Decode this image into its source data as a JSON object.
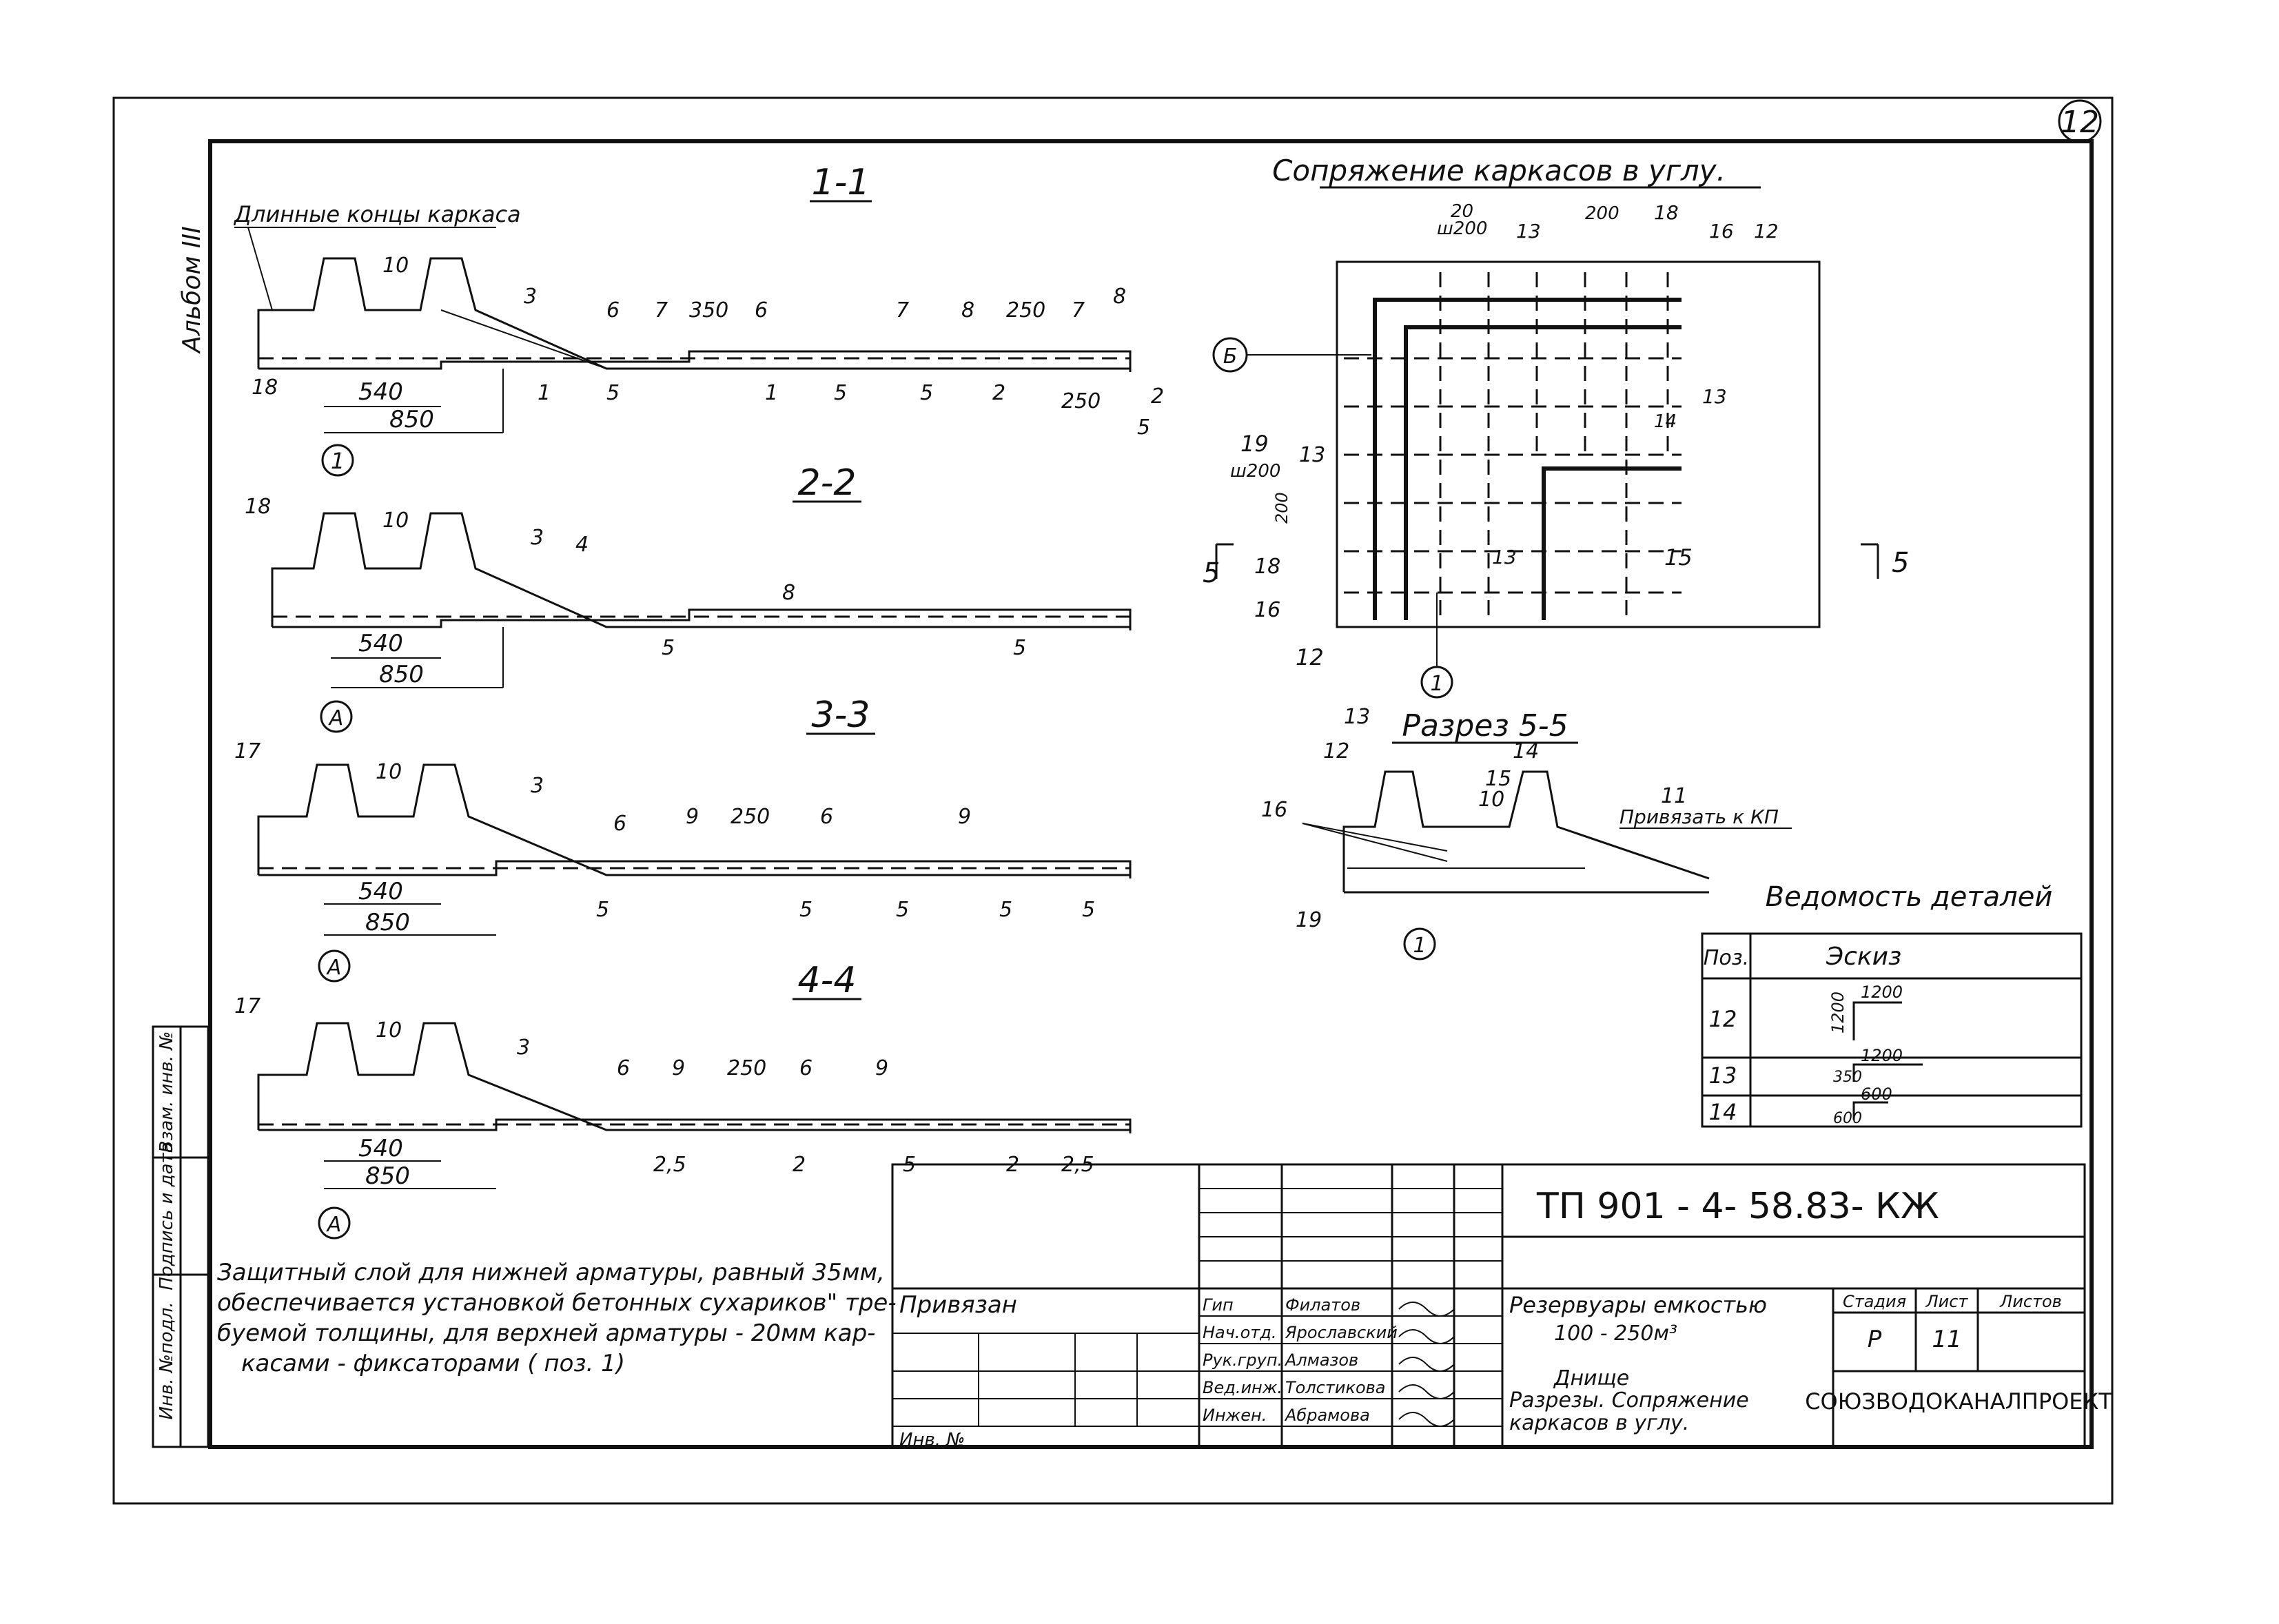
{
  "sheet_number": "12",
  "album": "Альбом III",
  "side_stamp": [
    "Инв. №подл.",
    "Подпись и дата",
    "Взам. инв. №"
  ],
  "sections": {
    "s11": {
      "title": "1-1",
      "note": "Длинные концы каркаса",
      "labels": [
        "10",
        "3",
        "6",
        "7",
        "350",
        "6",
        "7",
        "8",
        "250",
        "7",
        "8",
        "18",
        "1",
        "5",
        "1",
        "5",
        "5",
        "2",
        "250",
        "2",
        "5"
      ],
      "dims": [
        "540",
        "850"
      ],
      "axis": "1"
    },
    "s22": {
      "title": "2-2",
      "labels": [
        "18",
        "10",
        "3",
        "4",
        "8",
        "5",
        "5"
      ],
      "dims": [
        "540",
        "850"
      ],
      "axis": "А"
    },
    "s33": {
      "title": "3-3",
      "labels": [
        "17",
        "10",
        "3",
        "6",
        "9",
        "250",
        "6",
        "9",
        "5",
        "5",
        "5",
        "5",
        "5"
      ],
      "dims": [
        "540",
        "850"
      ],
      "axis": "А"
    },
    "s44": {
      "title": "4-4",
      "labels": [
        "17",
        "10",
        "3",
        "6",
        "9",
        "250",
        "6",
        "9",
        "2,5",
        "2",
        "5",
        "2",
        "2,5"
      ],
      "dims": [
        "540",
        "850"
      ],
      "axis": "А"
    }
  },
  "corner": {
    "title": "Сопряжение каркасов в углу.",
    "labels": [
      "20",
      "ш200",
      "13",
      "200",
      "18",
      "16",
      "12",
      "13",
      "14",
      "19",
      "ш200",
      "13",
      "200",
      "18",
      "16",
      "13",
      "15",
      "12"
    ],
    "axis_b": "Б",
    "axis_1": "1",
    "cut_left": "5",
    "cut_right": "5"
  },
  "section55": {
    "title": "Разрез 5-5",
    "labels": [
      "13",
      "12",
      "14",
      "15",
      "10",
      "16",
      "11",
      "19"
    ],
    "note": "Привязать к КП",
    "axis": "1"
  },
  "details": {
    "title": "Ведомость деталей",
    "headers": [
      "Поз.",
      "Эскиз"
    ],
    "rows": [
      {
        "pos": "12",
        "dims": [
          "1200",
          "1200"
        ]
      },
      {
        "pos": "13",
        "dims": [
          "350",
          "1200"
        ]
      },
      {
        "pos": "14",
        "dims": [
          "600",
          "600"
        ]
      }
    ]
  },
  "note_text": [
    "Защитный слой для нижней арматуры, равный 35мм,",
    "обеспечивается установкой бетонных сухариков\" тре-",
    "буемой толщины, для верхней арматуры - 20мм кар-",
    "касами - фиксаторами ( поз. 1)"
  ],
  "title_block": {
    "code": "ТП 901 - 4- 58.83- КЖ",
    "privyazan": "Привязан",
    "inv": "Инв. №",
    "staff": [
      {
        "role": "Гип",
        "name": "Филатов"
      },
      {
        "role": "Нач.отд.",
        "name": "Ярославский"
      },
      {
        "role": "Рук.груп.",
        "name": "Алмазов"
      },
      {
        "role": "Вед.инж.",
        "name": "Толстикова"
      },
      {
        "role": "Инжен.",
        "name": "Абрамова"
      }
    ],
    "object_name": [
      "Резервуары емкостью",
      "100 - 250м³"
    ],
    "sheet_name": [
      "Днище",
      "Разрезы. Сопряжение",
      "каркасов в углу."
    ],
    "stage_headers": [
      "Стадия",
      "Лист",
      "Листов"
    ],
    "stage": "Р",
    "sheet": "11",
    "sheets": "",
    "organization": "СОЮЗВОДОКАНАЛПРОЕКТ"
  }
}
